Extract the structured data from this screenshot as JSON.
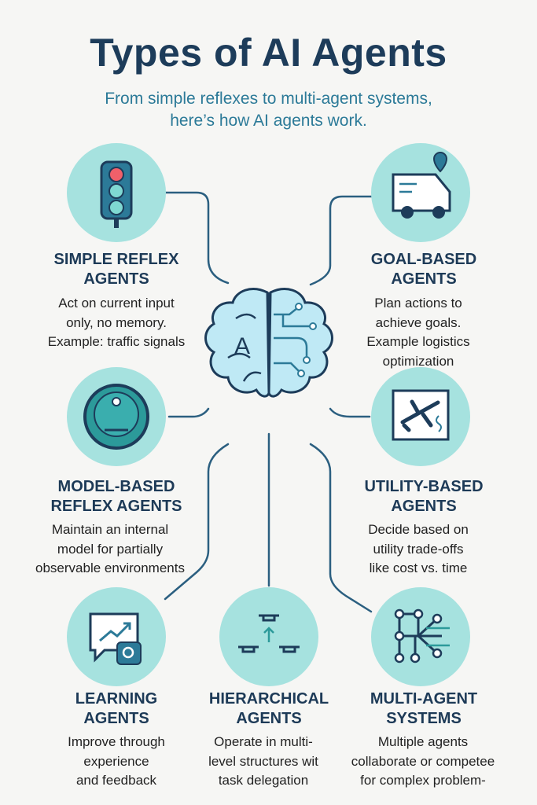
{
  "title": "Types of AI Agents",
  "subtitle": [
    "From simple reflexes to multi-agent systems,",
    "here’s how AI agents work."
  ],
  "brain_letter": "A",
  "colors": {
    "navy": "#1d3c5a",
    "teal": "#2c7a98",
    "circle": "#a6e2df",
    "brain": "#bfe9f5"
  },
  "agents": [
    {
      "icon": "traffic-light-icon",
      "heading": [
        "SIMPLE REFLEX",
        "AGENTS"
      ],
      "desc": [
        "Act on current input",
        "only, no memory.",
        "Example: traffic signals"
      ]
    },
    {
      "icon": "delivery-van-icon",
      "heading": [
        "GOAL-BASED",
        "AGENTS"
      ],
      "desc": [
        "Plan actions to",
        "achieve goals.",
        "Example  logistics",
        "optimization"
      ]
    },
    {
      "icon": "robot-vacuum-icon",
      "heading": [
        "MODEL-BASED",
        "REFLEX AGENTS"
      ],
      "desc": [
        "Maintain an internal",
        "model for partially",
        "observable environments"
      ]
    },
    {
      "icon": "airplane-map-icon",
      "heading": [
        "UTILITY-BASED",
        "AGENTS"
      ],
      "desc": [
        "Decide based on",
        "utility trade-offs",
        "like cost vs. time"
      ]
    },
    {
      "icon": "chat-chart-search-icon",
      "heading": [
        "LEARNING",
        "AGENTS"
      ],
      "desc": [
        "Improve through",
        "experience",
        "and feedback"
      ]
    },
    {
      "icon": "drone-hierarchy-icon",
      "heading": [
        "HIERARCHICAL",
        "AGENTS"
      ],
      "desc": [
        "Operate in multi-",
        "level structures wit",
        "task delegation"
      ]
    },
    {
      "icon": "network-nodes-icon",
      "heading": [
        "MULTI-AGENT",
        "SYSTEMS"
      ],
      "desc": [
        "Multiple agents",
        "collaborate or competee",
        "for complex problem-"
      ]
    }
  ]
}
